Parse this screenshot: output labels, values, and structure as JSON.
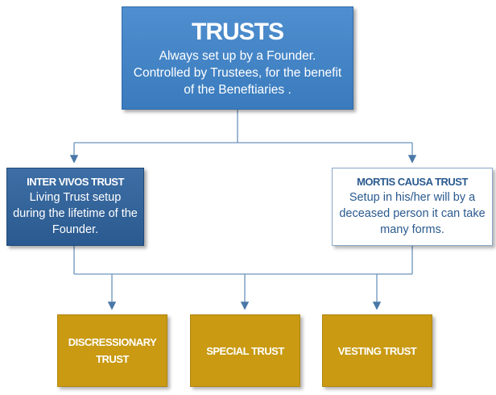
{
  "root": {
    "title": "TRUSTS",
    "description": "Always set up by a Founder. Controlled by Trustees, for the benefit of the Beneftiaries ."
  },
  "left": {
    "title": "INTER VIVOS TRUST",
    "description": "Living Trust setup during the lifetime of the Founder."
  },
  "right": {
    "title": "MORTIS CAUSA TRUST",
    "description": "Setup in his/her will by a deceased person it can take many forms."
  },
  "leaves": [
    {
      "label": "DISCRESSIONARY TRUST"
    },
    {
      "label": "SPECIAL TRUST"
    },
    {
      "label": "VESTING TRUST"
    }
  ],
  "colors": {
    "root": "#4a86c8",
    "left": "#33649a",
    "right_text": "#2a5a8f",
    "leaf": "#c99a12",
    "connector": "#5b8cc0"
  }
}
